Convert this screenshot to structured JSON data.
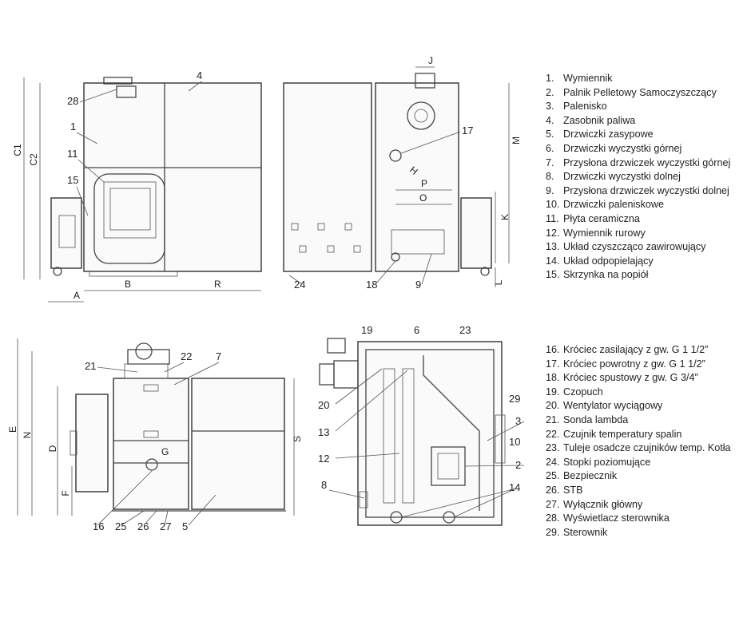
{
  "legend_top": [
    {
      "num": "1.",
      "text": "Wymiennik"
    },
    {
      "num": "2.",
      "text": "Palnik Pelletowy Samoczyszczący"
    },
    {
      "num": "3.",
      "text": "Palenisko"
    },
    {
      "num": "4.",
      "text": "Zasobnik paliwa"
    },
    {
      "num": "5.",
      "text": "Drzwiczki zasypowe"
    },
    {
      "num": "6.",
      "text": "Drzwiczki wyczystki górnej"
    },
    {
      "num": "7.",
      "text": "Przysłona drzwiczek wyczystki górnej"
    },
    {
      "num": "8.",
      "text": "Drzwiczki wyczystki dolnej"
    },
    {
      "num": "9.",
      "text": "Przysłona drzwiczek wyczystki dolnej"
    },
    {
      "num": "10.",
      "text": "Drzwiczki paleniskowe"
    },
    {
      "num": "11.",
      "text": "Płyta ceramiczna"
    },
    {
      "num": "12.",
      "text": "Wymiennik rurowy"
    },
    {
      "num": "13.",
      "text": "Układ czyszcząco zawirowujący"
    },
    {
      "num": "14.",
      "text": "Układ odpopielający"
    },
    {
      "num": "15.",
      "text": "Skrzynka na popiół"
    }
  ],
  "legend_bottom": [
    {
      "num": "16.",
      "text": "Króciec zasilający z gw. G 1 1/2”"
    },
    {
      "num": "17.",
      "text": "Króciec powrotny z gw. G 1 1/2”"
    },
    {
      "num": "18.",
      "text": "Króciec spustowy z gw. G 3/4”"
    },
    {
      "num": "19.",
      "text": "Czopuch"
    },
    {
      "num": "20.",
      "text": "Wentylator wyciągowy"
    },
    {
      "num": "21.",
      "text": "Sonda lambda"
    },
    {
      "num": "22.",
      "text": "Czujnik temperatury spalin"
    },
    {
      "num": "23.",
      "text": "Tuleje osadcze czujników temp. Kotła"
    },
    {
      "num": "24.",
      "text": "Stopki poziomujące"
    },
    {
      "num": "25.",
      "text": "Bezpiecznik"
    },
    {
      "num": "26.",
      "text": "STB"
    },
    {
      "num": "27.",
      "text": "Wyłącznik główny"
    },
    {
      "num": "28.",
      "text": "Wyświetlacz sterownika"
    },
    {
      "num": "29.",
      "text": "Sterownik"
    }
  ],
  "callouts": {
    "c1": "1",
    "c2": "2",
    "c3": "3",
    "c4": "4",
    "c5": "5",
    "c6": "6",
    "c7": "7",
    "c8": "8",
    "c9": "9",
    "c10": "10",
    "c11": "11",
    "c12": "12",
    "c13": "13",
    "c14": "14",
    "c15": "15",
    "c16": "16",
    "c17": "17",
    "c18": "18",
    "c19": "19",
    "c20": "20",
    "c21": "21",
    "c22": "22",
    "c23": "23",
    "c24": "24",
    "c25": "25",
    "c26": "26",
    "c27": "27",
    "c28": "28",
    "c29": "29"
  },
  "dimensions": {
    "A": "A",
    "B": "B",
    "C1": "C1",
    "C2": "C2",
    "D": "D",
    "E": "E",
    "F": "F",
    "G": "G",
    "H": "H",
    "J": "J",
    "K": "K",
    "L": "L",
    "M": "M",
    "N": "N",
    "O": "O",
    "P": "P",
    "R": "R",
    "S": "S"
  }
}
